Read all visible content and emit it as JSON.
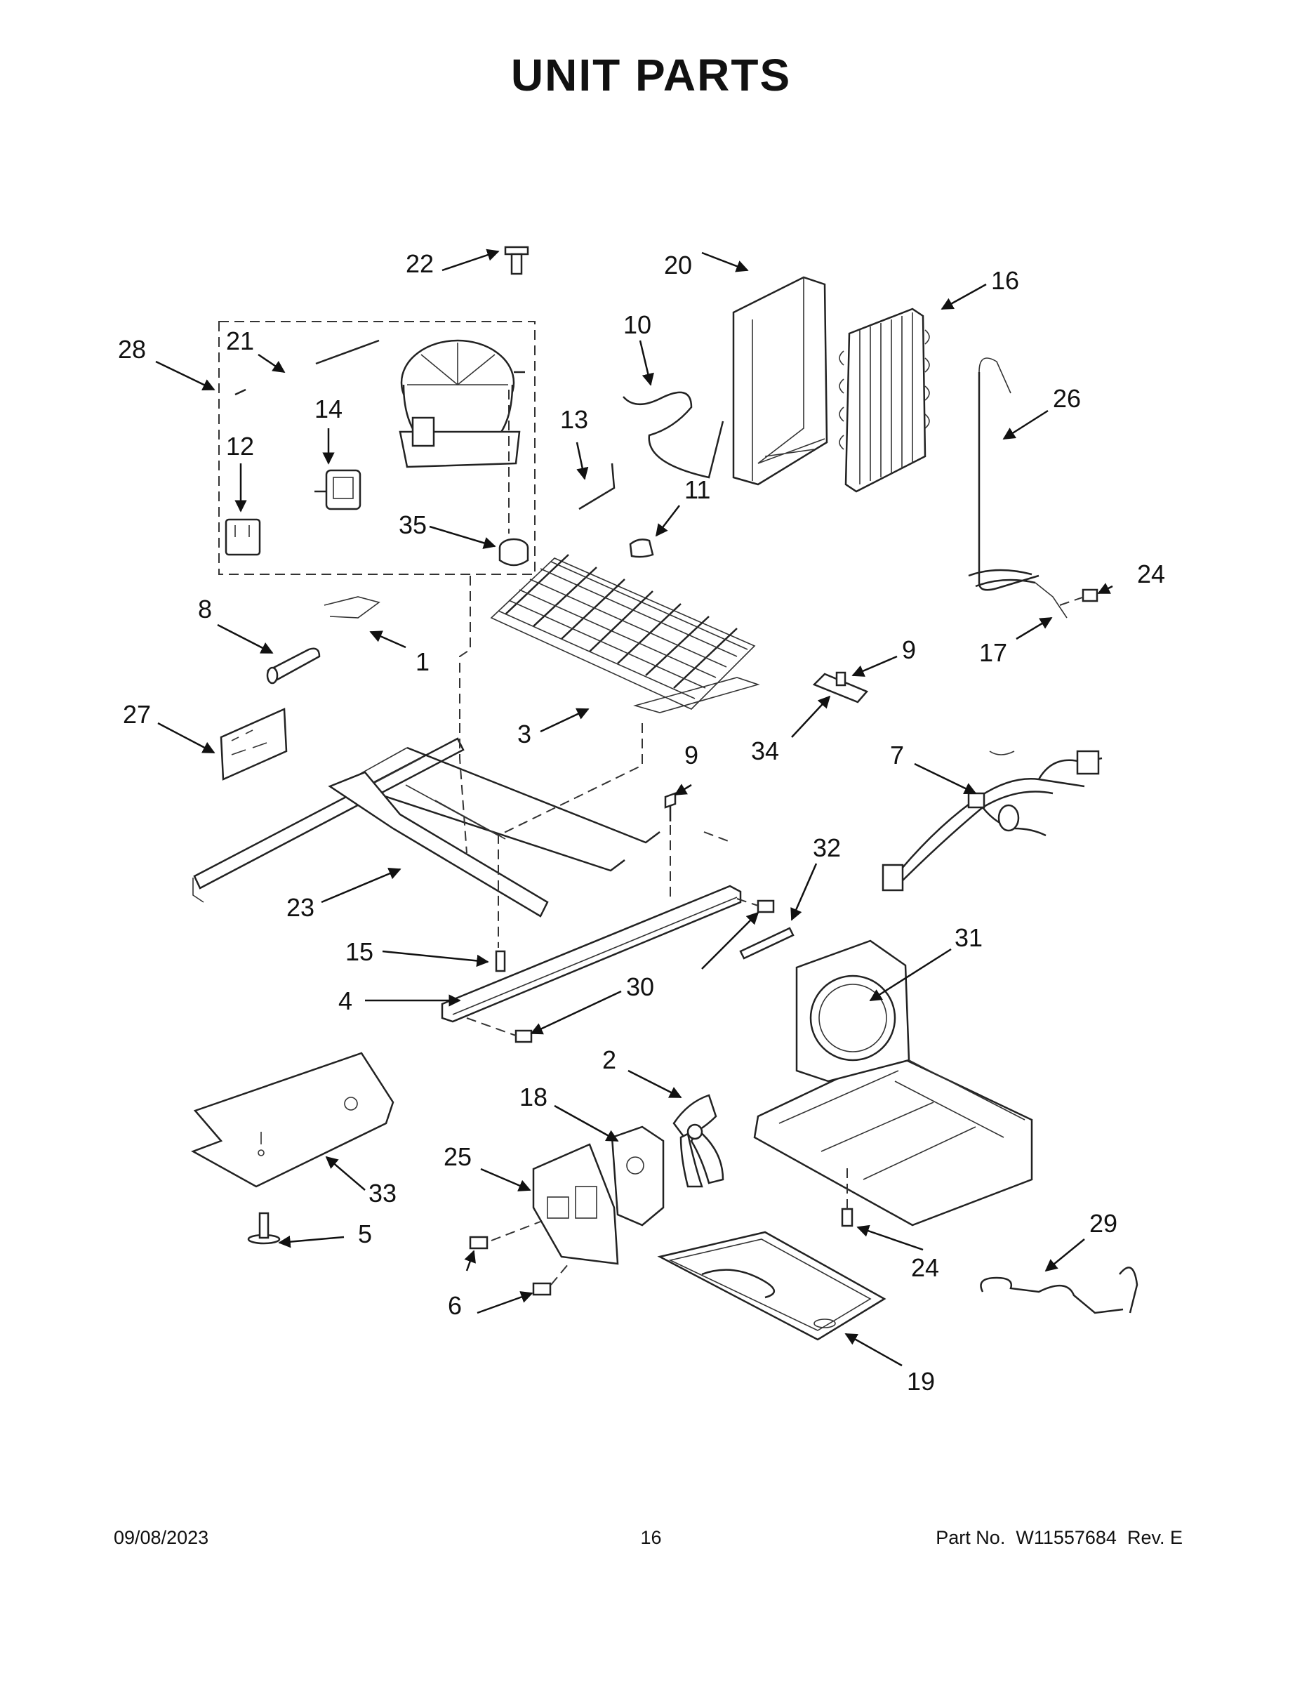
{
  "page": {
    "title": "UNIT PARTS",
    "date": "09/08/2023",
    "page_number": "16",
    "part_label": "Part No.",
    "part_number": "W11557684",
    "revision": "Rev. E"
  },
  "callouts": [
    "1",
    "2",
    "3",
    "4",
    "5",
    "6",
    "7",
    "8",
    "9",
    "9",
    "10",
    "11",
    "12",
    "13",
    "14",
    "15",
    "16",
    "17",
    "18",
    "19",
    "20",
    "21",
    "22",
    "23",
    "24",
    "24",
    "25",
    "26",
    "27",
    "28",
    "29",
    "30",
    "31",
    "32",
    "33",
    "34",
    "35"
  ]
}
